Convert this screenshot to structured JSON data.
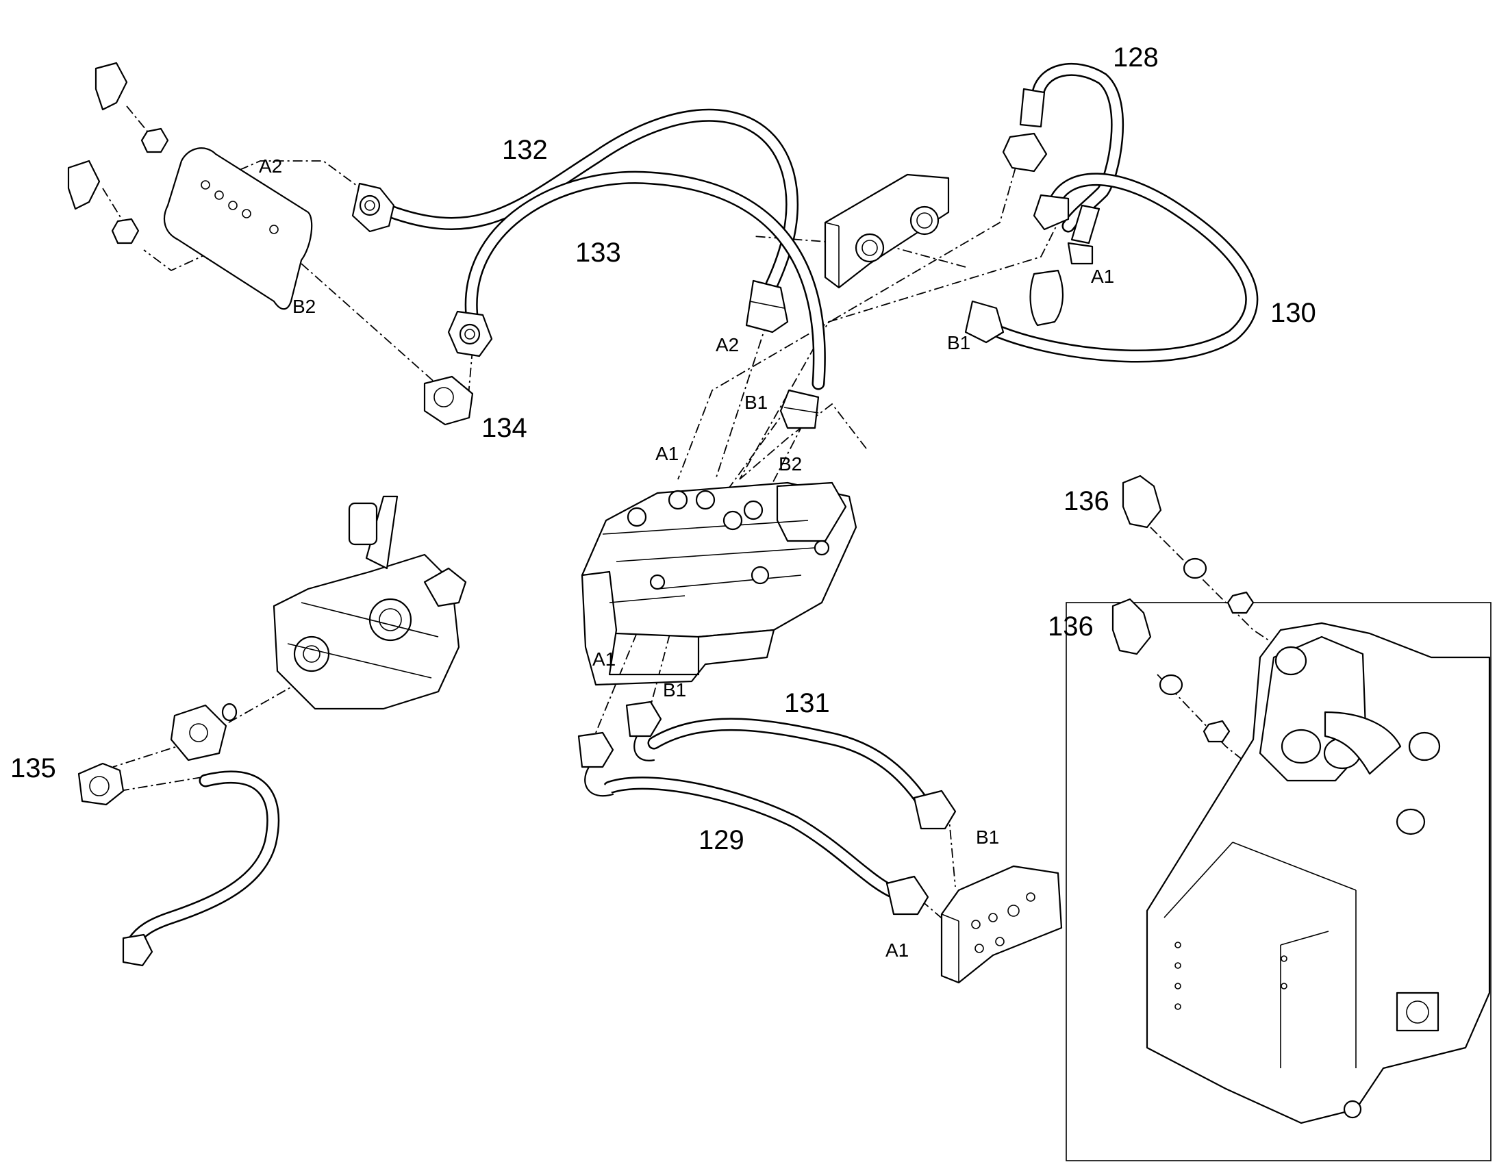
{
  "callouts": {
    "c128": "128",
    "c129": "129",
    "c130": "130",
    "c131": "131",
    "c132": "132",
    "c133": "133",
    "c134": "134",
    "c135": "135",
    "c136a": "136",
    "c136b": "136"
  },
  "ports": {
    "top_left_a2": "A2",
    "top_left_b2": "B2",
    "valve_a2": "A2",
    "valve_b1": "B1",
    "valve_a1": "A1",
    "valve_b2": "B2",
    "right_a1": "A1",
    "right_b1": "B1",
    "lower_a1": "A1",
    "lower_b1": "B1",
    "block_b1": "B1",
    "block_a1": "A1"
  }
}
